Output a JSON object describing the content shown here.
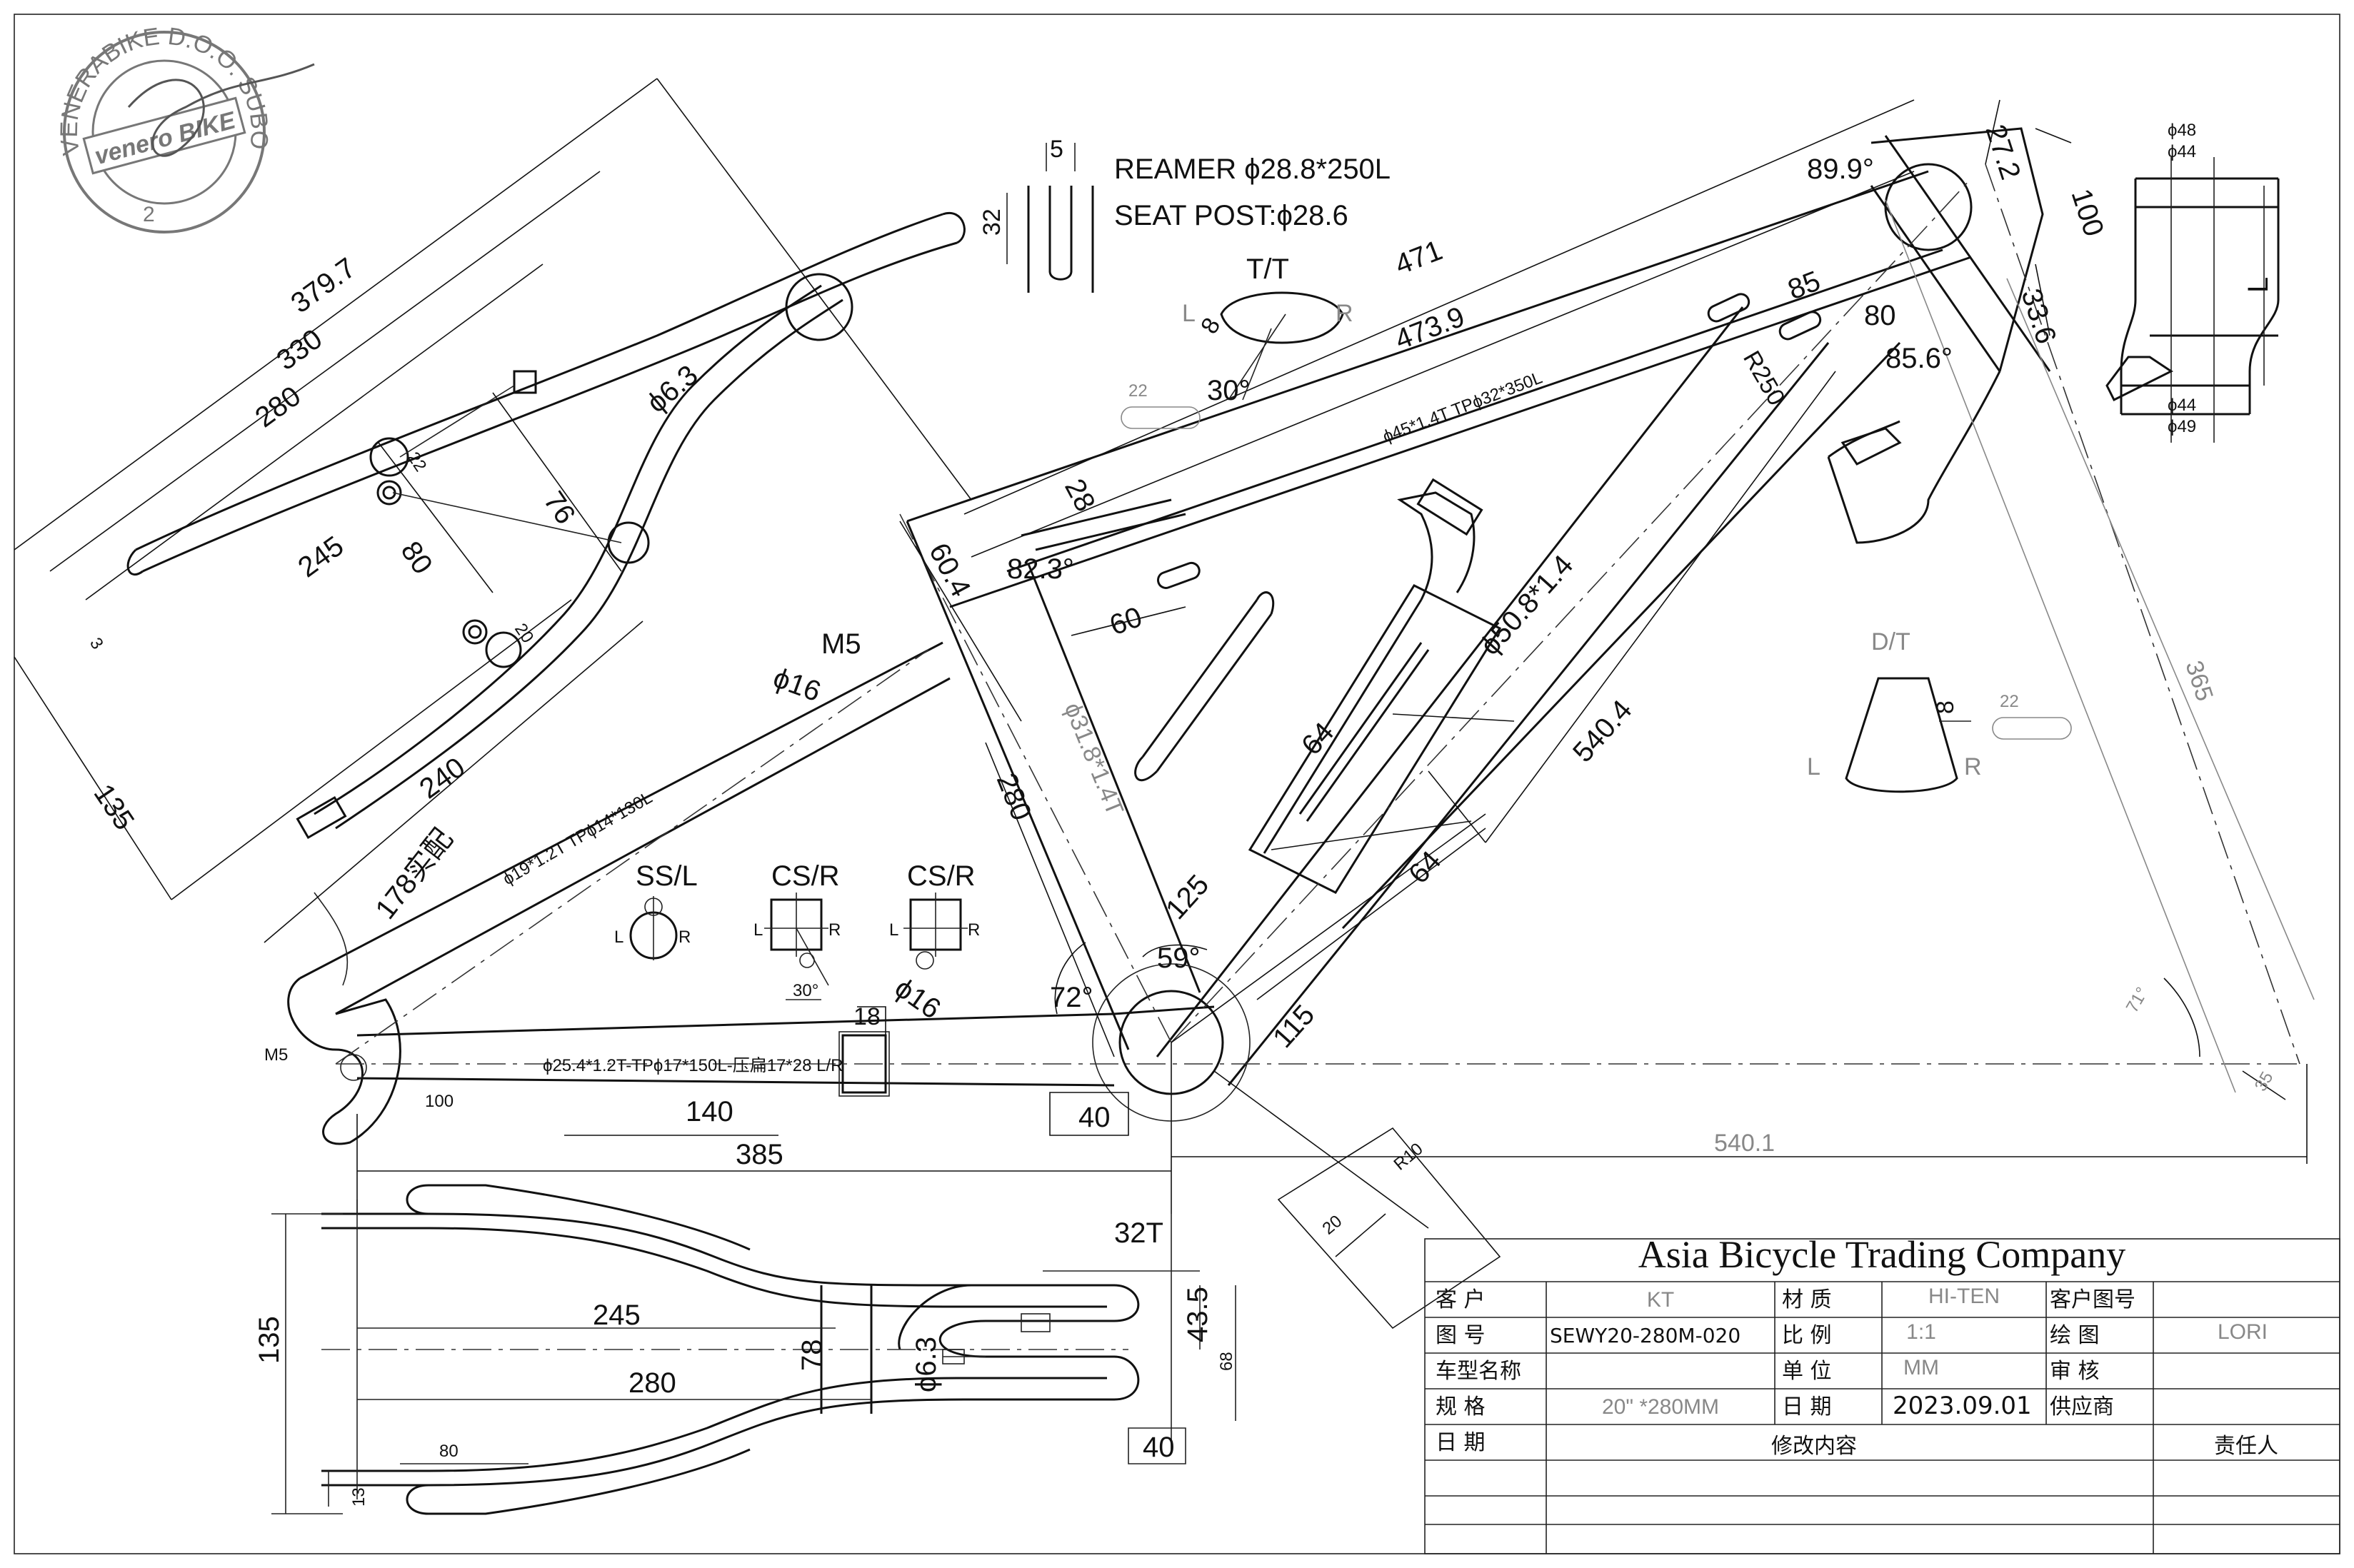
{
  "stamp": {
    "ring_text": "VENERABIKE D.O.O. SUBOTICA",
    "logo": "venero BIKE",
    "number": "2"
  },
  "notes": {
    "reamer": "REAMER ϕ28.8*250L",
    "seat_post": "SEAT POST:ϕ28.6",
    "slot_width": "5",
    "slot_height": "32",
    "tt_label": "T/T",
    "tt_L": "L",
    "tt_R": "R",
    "tt_dim8": "8",
    "tt_angle": "30°",
    "tt_slot": "22",
    "dt_label": "D/T",
    "dt_L": "L",
    "dt_R": "R",
    "dt_dim8": "8",
    "dt_slot": "22",
    "ss_label": "SS/L",
    "ss_L": "L",
    "ss_R": "R",
    "cs_label": "CS/R",
    "cs_L": "L",
    "cs_R": "R",
    "cs_angle": "30°",
    "cs2_label": "CS/R",
    "cs2_L": "L",
    "cs2_R": "R"
  },
  "dimensions": {
    "d379_7": "379.7",
    "d330": "330",
    "d280_top": "280",
    "d245_top": "245",
    "d135_left": "135",
    "d240": "240",
    "d178": "178实配",
    "d76": "76",
    "d80_left": "80",
    "d22": "22",
    "d20": "20",
    "phi6_3": "ϕ6.3",
    "m5_a": "M5",
    "phi16_a": "ϕ16",
    "d60_4": "60.4",
    "d28": "28",
    "d82_3": "82.3°",
    "d60": "60",
    "phi31_8": "ϕ31.8*1.4T",
    "d280_seat": "280",
    "ss_tube": "ϕ19*1.2T TPϕ14*130L",
    "d471": "471",
    "d473_9": "473.9",
    "tt_tube": "ϕ45*1.4T TPϕ32*350L",
    "d89_9": "89.9°",
    "d27_2": "27.2",
    "d100": "100",
    "d85": "85",
    "d80_head": "80",
    "d33_6": "33.6",
    "d85_6": "85.6°",
    "r250": "R250",
    "phi50_8": "ϕ50.8*1.4",
    "d540_4": "540.4",
    "d64_a": "64",
    "d64_b": "64",
    "d125": "125",
    "d59": "59°",
    "d72": "72°",
    "d115": "115",
    "phi16_b": "ϕ16",
    "d18": "18",
    "cs_tube": "ϕ25.4*1.2T-TPϕ17*150L-压扁17*28 L/R",
    "m5_b": "M5",
    "d100_do": "100",
    "d140": "140",
    "d40_a": "40",
    "d385": "385",
    "d540_1": "540.1",
    "r10": "R10",
    "d20_bb": "20",
    "d365": "365",
    "d71": "71°",
    "d35": "35",
    "hs_48": "ϕ48",
    "hs_44": "ϕ44",
    "hs_L": "L",
    "hs_44b": "ϕ44",
    "hs_49": "ϕ49",
    "d32t": "32T",
    "d135_bottom": "135",
    "d245_bottom": "245",
    "d280_bottom": "280",
    "d78": "78",
    "phi6_3b": "ϕ6.3",
    "d43_5": "43.5",
    "d68": "68",
    "d40_b": "40",
    "d80_small": "80",
    "d13": "13",
    "d3": "3"
  },
  "title_block": {
    "company": "Asia Bicycle Trading Company",
    "customer_label": "客 户",
    "customer_value": "KT",
    "material_label": "材 质",
    "material_value": "HI-TEN",
    "cust_drawing_label": "客户图号",
    "cust_drawing_value": "",
    "drawing_no_label": "图 号",
    "drawing_no_value": "SEWY20-280M-020",
    "scale_label": "比 例",
    "scale_value": "1:1",
    "drawn_label": "绘 图",
    "drawn_value": "LORI",
    "model_label": "车型名称",
    "model_value": "",
    "unit_label": "单 位",
    "unit_value": "MM",
    "review_label": "审 核",
    "review_value": "",
    "spec_label": "规 格",
    "spec_value": "20\" *280MM",
    "date_label": "日 期",
    "date_value": "2023.09.01",
    "supplier_label": "供应商",
    "supplier_value": "",
    "rev_date_label": "日 期",
    "rev_content_label": "修改内容",
    "responsible_label": "责任人"
  }
}
